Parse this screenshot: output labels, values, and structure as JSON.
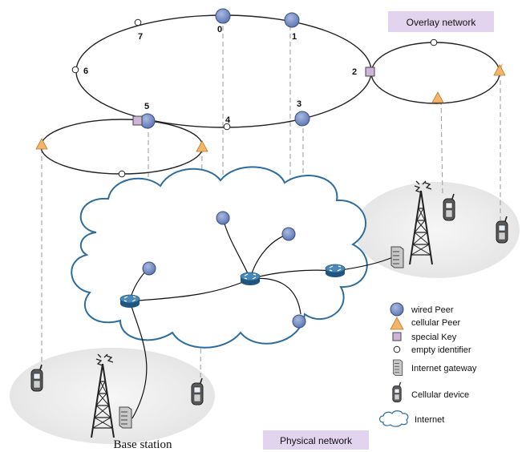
{
  "labels": {
    "overlay_network": "Overlay network",
    "physical_network": "Physical network",
    "base_station": "Base station"
  },
  "overlay": {
    "node_ids": [
      "0",
      "1",
      "2",
      "3",
      "4",
      "5",
      "6",
      "7"
    ]
  },
  "legend": {
    "wired_peer": "wired Peer",
    "cellular_peer": "cellular Peer",
    "special_key": "special Key",
    "empty_identifier": "empty identifier",
    "internet_gateway": "Internet gateway",
    "cellular_device": "Cellular device",
    "internet": "Internet"
  },
  "colors": {
    "wired_peer": "#7f96c8",
    "cellular_peer": "#f4b56a",
    "special_key": "#cdb4d8",
    "label_box": "#e2d4ee",
    "cloud_stroke": "#2d6d9e",
    "router": "#2e6f9e",
    "base_area": "#eeeeee"
  }
}
